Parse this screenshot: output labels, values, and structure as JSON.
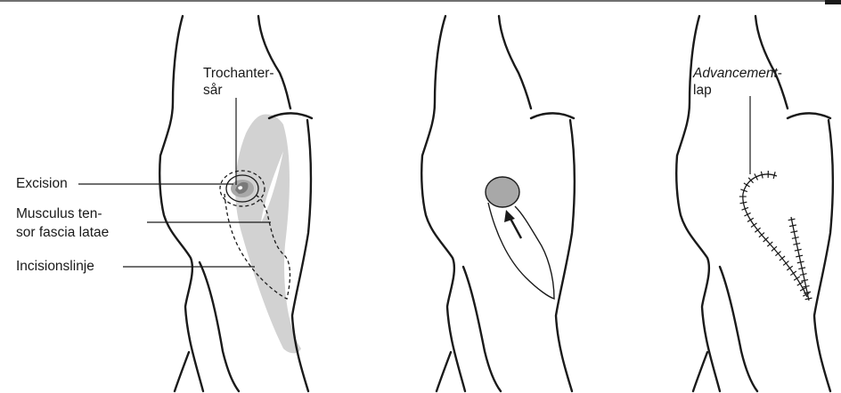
{
  "labels": {
    "trochanter_line1": "Trochanter-",
    "trochanter_line2": "sår",
    "excision": "Excision",
    "musculus_line1": "Musculus ten-",
    "musculus_line2": "sor fascia latae",
    "incision": "Incisionslinje",
    "advancement_italic": "Advancement",
    "advancement_hyphen": "-",
    "advancement_line2": "lap"
  },
  "colors": {
    "stroke": "#1a1a1a",
    "muscle_fill": "#d2d2d2",
    "wound_fill": "#a8a8a8",
    "wound_inner": "#7a7a7a",
    "background": "#ffffff"
  }
}
